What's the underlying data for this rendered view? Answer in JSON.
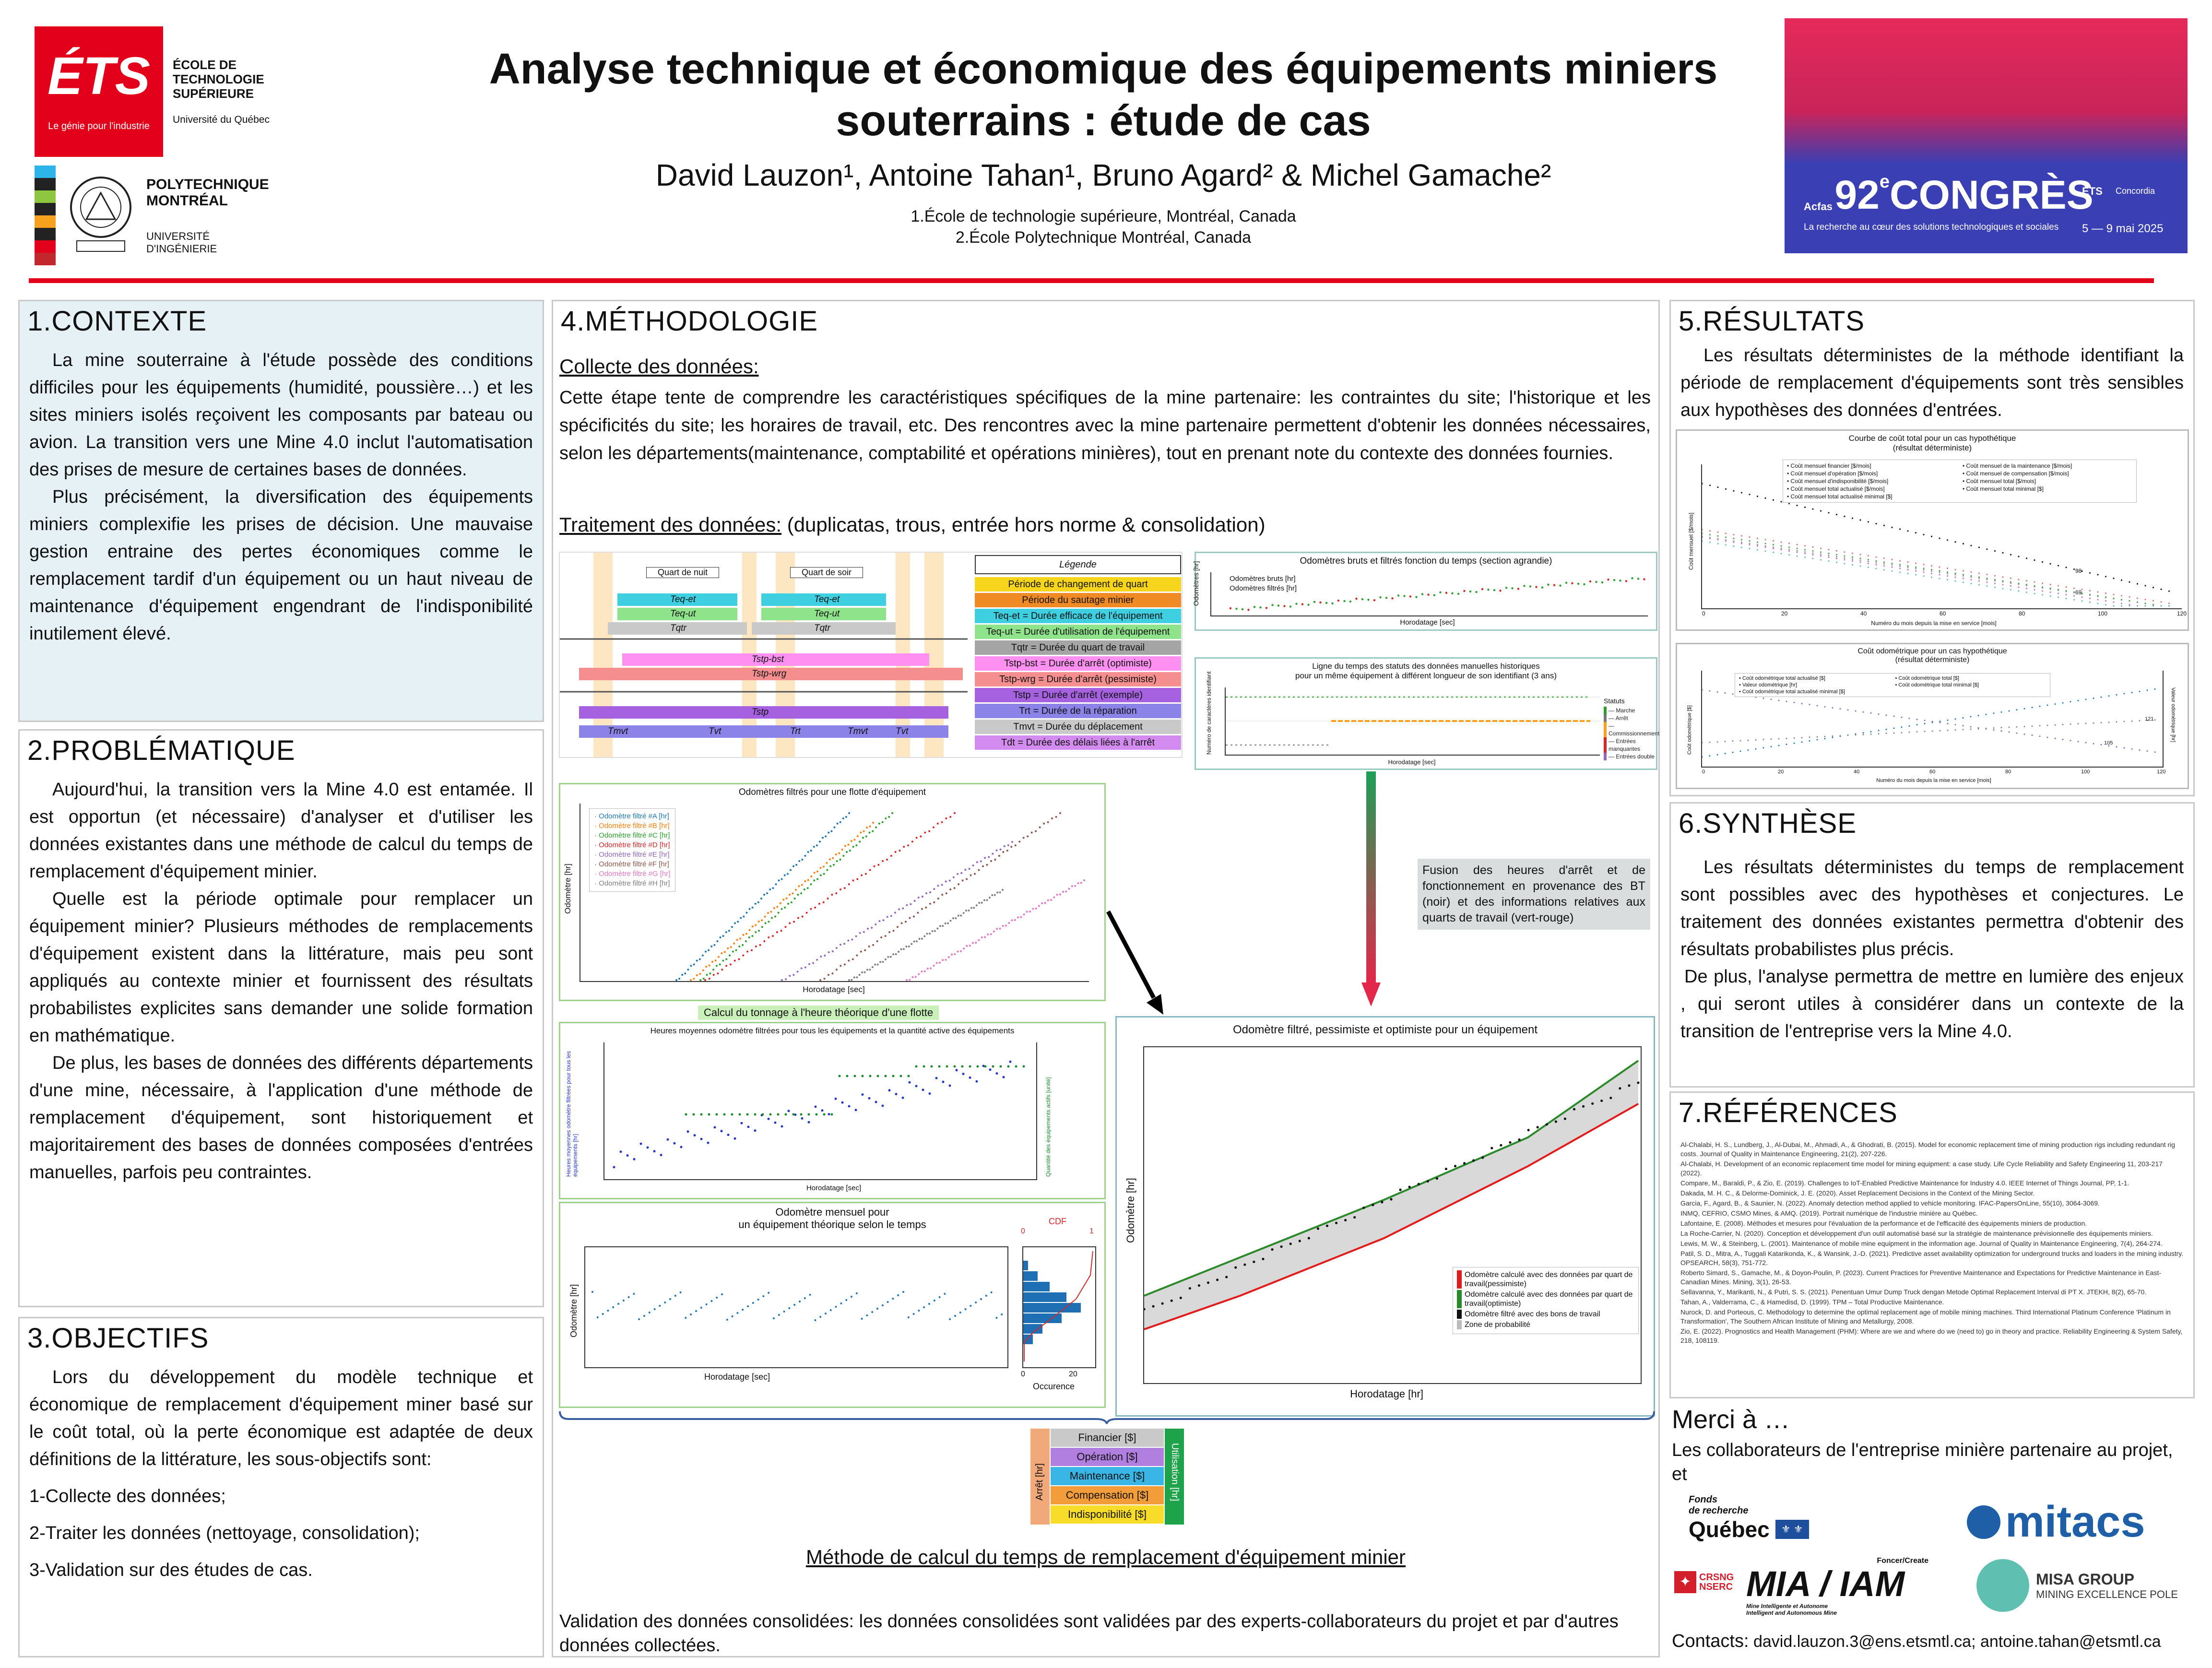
{
  "header": {
    "title_line1": "Analyse technique et économique des équipements miniers",
    "title_line2": "souterrains : étude de cas",
    "authors": "David Lauzon¹, Antoine Tahan¹, Bruno Agard² & Michel Gamache²",
    "affil1": "1.École de technologie supérieure, Montréal, Canada",
    "affil2": "2.École Polytechnique Montréal, Canada",
    "ets_logo": "ÉTS",
    "ets_tagline": "Le génie pour l'industrie",
    "ets_name": "ÉCOLE DE\nTECHNOLOGIE\nSUPÉRIEURE",
    "ets_uq": "Université du Québec",
    "poly_name": "POLYTECHNIQUE\nMONTRÉAL",
    "poly_sub": "UNIVERSITÉ\nD'INGÉNIERIE",
    "acfas_num": "92",
    "acfas_e": "e",
    "acfas_word": "CONGRÈS",
    "acfas_brand": "Acfas",
    "acfas_tag": "La recherche au cœur des solutions technologiques et sociales",
    "acfas_dates": "5 — 9 mai 2025",
    "acfas_ets": "ÉTS",
    "acfas_concordia": "Concordia"
  },
  "colors": {
    "red": "#e2001a",
    "panel_blue": "#e6f1f6",
    "acfas_blue": "#3a3fb3"
  },
  "contexte": {
    "title": "1.CONTEXTE",
    "p1": "La mine souterraine à l'étude possède des conditions difficiles pour les équipements (humidité, poussière…) et les sites miniers isolés reçoivent les composants par bateau ou avion. La transition vers une Mine 4.0 inclut l'automatisation des prises de mesure de certaines bases de données.",
    "p2": "Plus précisément, la diversification des équipements miniers complexifie les prises de décision. Une mauvaise gestion entraine des pertes économiques comme le remplacement tardif d'un équipement ou un haut niveau de maintenance d'équipement engendrant de l'indisponibilité inutilement élevé."
  },
  "problematique": {
    "title": "2.PROBLÉMATIQUE",
    "p1": "Aujourd'hui, la transition vers la Mine 4.0 est entamée. Il est opportun (et nécessaire) d'analyser et d'utiliser les données existantes dans une méthode de calcul du temps de remplacement d'équipement minier.",
    "p2": "Quelle est la période optimale pour remplacer un équipement minier? Plusieurs méthodes de remplacements d'équipement existent dans la littérature, mais peu sont appliqués au contexte minier et fournissent des résultats probabilistes explicites sans demander une solide formation en mathématique.",
    "p3": "De plus, les bases de données des différents départements d'une mine, nécessaire, à l'application d'une méthode de remplacement d'équipement, sont historiquement et majoritairement des bases de données composées d'entrées manuelles, parfois peu contraintes."
  },
  "objectifs": {
    "title": "3.OBJECTIFS",
    "p1": "Lors du développement du modèle technique et économique de remplacement d'équipement miner basé sur le coût total, où la perte économique est adaptée de deux définitions de la littérature, les sous-objectifs sont:",
    "i1": "1-Collecte des données;",
    "i2": "2-Traiter les données (nettoyage, consolidation);",
    "i3": "3-Validation sur des études de cas."
  },
  "methodologie": {
    "title": "4.MÉTHODOLOGIE",
    "collecte_h": "Collecte des données:",
    "collecte_p": "Cette étape tente de comprendre les caractéristiques spécifiques de la mine partenaire: les contraintes du site; l'historique et les spécificités du site; les horaires de travail, etc. Des rencontres avec la mine partenaire permettent d'obtenir les données nécessaires, selon les départements(maintenance, comptabilité et opérations minières), tout en prenant note du contexte des données fournies.",
    "traitement_h": "Traitement des données:",
    "traitement_p": " (duplicatas, trous, entrée hors norme & consolidation)",
    "fusion_note": "Fusion des heures d'arrêt et de fonctionnement en provenance des BT (noir) et des informations relatives aux quarts de travail (vert-rouge)",
    "tonnage_label": "Calcul du tonnage à l'heure théorique d'une flotte",
    "method_caption": "Méthode de calcul du temps de remplacement d'équipement minier",
    "validation_h": "Validation des données consolidées:",
    "validation_p": " les données consolidées sont validées par des experts-collaborateurs du projet et par d'autres données collectées."
  },
  "timeline": {
    "shift_night": "Quart de nuit",
    "shift_day": "Quart de soir",
    "legend_title": "Légende",
    "legend": [
      {
        "label": "Période de changement de quart",
        "color": "#f7d51d"
      },
      {
        "label": "Période du sautage minier",
        "color": "#f08a24"
      },
      {
        "label": "Teq-et = Durée efficace de l'équipement",
        "color": "#3ecfe0"
      },
      {
        "label": "Teq-ut = Durée d'utilisation de l'équipement",
        "color": "#8fe38a"
      },
      {
        "label": "Tqtr = Durée du quart de travail",
        "color": "#a5a5a5"
      },
      {
        "label": "Tstp-bst = Durée d'arrêt (optimiste)",
        "color": "#ff8ff0"
      },
      {
        "label": "Tstp-wrg = Durée d'arrêt (pessimiste)",
        "color": "#f58f8f"
      },
      {
        "label": "Tstp = Durée d'arrêt (exemple)",
        "color": "#a561e0"
      },
      {
        "label": "Trt = Durée de la réparation",
        "color": "#8b83e8"
      },
      {
        "label": "Tmvt = Durée du déplacement",
        "color": "#c9c9c9"
      },
      {
        "label": "Tdt = Durée des délais liées à l'arrêt",
        "color": "#d48bf0"
      }
    ],
    "bar_labels": [
      "Teq-et",
      "Teq-ut",
      "Tqtr",
      "Teq-et",
      "Teq-ut",
      "Tqtr",
      "Tstp-bst",
      "Tstp-wrg",
      "Tstp",
      "Tmvt",
      "Tvt",
      "Trt",
      "Tmvt",
      "Tvt"
    ]
  },
  "fig_raw": {
    "title": "Odomètres bruts et filtrés fonction du temps (section agrandie)",
    "legend": [
      "Odomètres bruts [hr]",
      "Odomètres filtrés [hr]"
    ],
    "ylabel": "Odomètres [hr]",
    "xlabel": "Horodatage [sec]"
  },
  "fig_status": {
    "title": "Ligne du temps des statuts des données manuelles historiques\npour un même équipement à différent longueur de son identifiant (3 ans)",
    "legend_title": "Statuts",
    "legend": [
      "Marche",
      "Arrêt",
      "Commissionnement",
      "Entrées manquantes",
      "Entrées double"
    ],
    "ylabel": "Numéro de caractères identifiant",
    "xlabel": "Horodatage [sec]"
  },
  "fig_fleet": {
    "title": "Odomètres filtrés pour une flotte d'équipement",
    "legend": [
      "Odomètre filtré #A [hr]",
      "Odomètre filtré #B [hr]",
      "Odomètre filtré #C [hr]",
      "Odomètre filtré #D [hr]",
      "Odomètre filtré #E [hr]",
      "Odomètre filtré #F [hr]",
      "Odomètre filtré #G [hr]",
      "Odomètre filtré #H [hr]"
    ],
    "colors": [
      "#1f77b4",
      "#ff7f0e",
      "#2ca02c",
      "#d62728",
      "#9467bd",
      "#8c564b",
      "#e377c2",
      "#7f7f7f"
    ],
    "ylabel": "Odomètre [hr]",
    "xlabel": "Horodatage [sec]"
  },
  "fig_tonnage": {
    "title": "Heures moyennes odomètre filtrées pour tous les équipements et la quantité active des équipements",
    "ylabel_left": "Heures moyennes odomètre filtrées pour tous les équipements [hr]",
    "ylabel_right": "Quantité des équipements actifs [unité]",
    "xlabel": "Horodatage [sec]"
  },
  "fig_monthly": {
    "title": "Odomètre mensuel pour\nun équipement théorique selon le temps",
    "ylabel": "Odomètre [hr]",
    "xlabel": "Horodatage [sec]",
    "cdf_label": "CDF",
    "cdf_ticks": [
      "0",
      "1"
    ],
    "hist_ticks": [
      "0",
      "20"
    ],
    "hist_xlabel": "Occurence"
  },
  "fig_band": {
    "title": "Odomètre filtré, pessimiste et optimiste pour un équipement",
    "ylabel": "Odomètre [hr]",
    "xlabel": "Horodatage [hr]",
    "legend": [
      "Odomètre calculé avec des données par quart de travail(pessimiste)",
      "Odomètre calculé avec des données par quart de travail(optimiste)",
      "Odomètre filtré avec des bons de travail",
      "Zone de probabilité"
    ]
  },
  "cost_stack": {
    "left_label": "Arrêt [hr]",
    "right_label": "Utilisation [hr]",
    "items": [
      {
        "label": "Financier [$]",
        "color": "#c9c9c9"
      },
      {
        "label": "Opération [$]",
        "color": "#b07fe0"
      },
      {
        "label": "Maintenance [$]",
        "color": "#3ab6e6"
      },
      {
        "label": "Compensation [$]",
        "color": "#f29c3a"
      },
      {
        "label": "Indisponibilité [$]",
        "color": "#f7dc2a"
      }
    ]
  },
  "resultats": {
    "title": "5.RÉSULTATS",
    "p1": "Les résultats déterministes de la méthode identifiant la période de remplacement d'équipements sont très sensibles aux hypothèses des données d'entrées.",
    "chart1_title": "Courbe de coût total pour un cas hypothétique\n(résultat déterministe)",
    "chart1_legend": [
      "Coût mensuel financier [$/mois]",
      "Coût mensuel d'opération [$/mois]",
      "Coût mensuel d'indisponibilité [$/mois]",
      "Coût mensuel total actualisé [$/mois]",
      "Coût mensuel total actualisé minimal [$]",
      "Coût mensuel de la maintenance [$/mois]",
      "Coût mensuel de compensation [$/mois]",
      "Coût mensuel total [$/mois]",
      "Coût mensuel total minimal [$]"
    ],
    "chart1_ylabel": "Coût mensuel [$/mois]",
    "chart1_xlabel": "Numéro du mois depuis la mise en service [mois]",
    "chart1_xticks": [
      "0",
      "20",
      "40",
      "60",
      "80",
      "100",
      "120"
    ],
    "chart1_marks": [
      "69",
      "98"
    ],
    "chart2_title": "Coût odométrique pour un cas hypothétique\n(résultat déterministe)",
    "chart2_legend": [
      "Coût odométrique total actualisé [$]",
      "Valeur odométrique [hr]",
      "Coût odométrique total actualisé minimal [$]",
      "Coût odométrique total [$]",
      "Coût odométrique total minimal [$]"
    ],
    "chart2_ylabel": "Coût odométrique [$]",
    "chart2_ylabel_right": "Valeur odométrique [hr]",
    "chart2_xlabel": "Numéro du mois depuis la mise en service [mois]",
    "chart2_xticks": [
      "0",
      "20",
      "40",
      "60",
      "80",
      "100",
      "120"
    ],
    "chart2_marks": [
      "105",
      "121"
    ]
  },
  "synthese": {
    "title": "6.SYNTHÈSE",
    "p1": "Les résultats déterministes du temps de remplacement sont possibles avec des hypothèses et conjectures. Le traitement des données existantes permettra d'obtenir des résultats probabilistes plus précis.",
    "p2": "De plus, l'analyse permettra de mettre en lumière des enjeux , qui seront utiles à considérer dans un contexte de la transition de l'entreprise vers la Mine 4.0."
  },
  "references": {
    "title": "7.RÉFÉRENCES",
    "items": [
      "Al-Chalabi, H. S., Lundberg, J., Al-Dubai, M., Ahmadi, A., & Ghodrati, B. (2015). Model for economic replacement time of mining production rigs including redundant rig costs. Journal of Quality in Maintenance Engineering, 21(2), 207-226.",
      "Al-Chalabi, H. Development of an economic replacement time model for mining equipment: a case study. Life Cycle Reliability and Safety Engineering 11, 203-217 (2022).",
      "Compare, M., Baraldi, P., & Zio, E. (2019). Challenges to IoT-Enabled Predictive Maintenance for Industry 4.0. IEEE Internet of Things Journal, PP, 1-1.",
      "Dakada, M. H. C., & Delorme-Dominick, J. E. (2020). Asset Replacement Decisions in the Context of the Mining Sector.",
      "Garcia, F., Agard, B., & Saunier, N. (2022). Anomaly detection method applied to vehicle monitoring. IFAC-PapersOnLine, 55(10), 3064-3069.",
      "INMQ, CEFRIO, CSMO Mines, & AMQ. (2019). Portrait numérique de l'industrie minière au Québec.",
      "Lafontaine, E. (2008). Méthodes et mesures pour l'évaluation de la performance et de l'efficacité des équipements miniers de production.",
      "La Roche-Carrier, N. (2020). Conception et développement d'un outil automatisé basé sur la stratégie de maintenance prévisionnelle des équipements miniers.",
      "Lewis, M. W., & Steinberg, L. (2001). Maintenance of mobile mine equipment in the information age. Journal of Quality in Maintenance Engineering, 7(4), 264-274.",
      "Patil, S. D., Mitra, A., Tuggali Katarikonda, K., & Wansink, J.-D. (2021). Predictive asset availability optimization for underground trucks and loaders in the mining industry. OPSEARCH, 58(3), 751-772.",
      "Roberto Simard, S., Gamache, M., & Doyon-Poulin, P. (2023). Current Practices for Preventive Maintenance and Expectations for Predictive Maintenance in East-Canadian Mines. Mining, 3(1), 26-53.",
      "Sellavanna, Y., Marikanti, N., & Putri, S. S. (2021). Penentuan Umur Dump Truck dengan Metode Optimal Replacement Interval di PT X. JTEKH, 8(2), 65-70.",
      "Tahan, A., Valderrama, C., & Hamedisd, D. (1999). TPM – Total Productive Maintenance.",
      "Nurock, D. and Porteous, C. Methodology to determine the optimal replacement age of mobile mining machines. Third International Platinum Conference 'Platinum in Transformation', The Southern African Institute of Mining and Metallurgy, 2008.",
      "Zio, E. (2022). Prognostics and Health Management (PHM): Where are we and where do we (need to) go in theory and practice. Reliability Engineering & System Safety, 218, 108119."
    ]
  },
  "merci": {
    "title": "Merci à …",
    "text": "Les collaborateurs de l'entreprise minière partenaire au projet, et",
    "frq_line1": "Fonds",
    "frq_line2": "de recherche",
    "frq_line3": "Québec",
    "mitacs": "mitacs",
    "crsng": "CRSNG\nNSERC",
    "mia_top": "Foncer/Create",
    "mia": "MIA / IAM",
    "mia_sub": "Mine Intelligente et Autonome\nIntelligent and Autonomous Mine",
    "misa": "MISA GROUP",
    "misa_sub": "MINING EXCELLENCE POLE",
    "contacts_label": "Contacts:",
    "contacts": " david.lauzon.3@ens.etsmtl.ca; antoine.tahan@etsmtl.ca"
  }
}
